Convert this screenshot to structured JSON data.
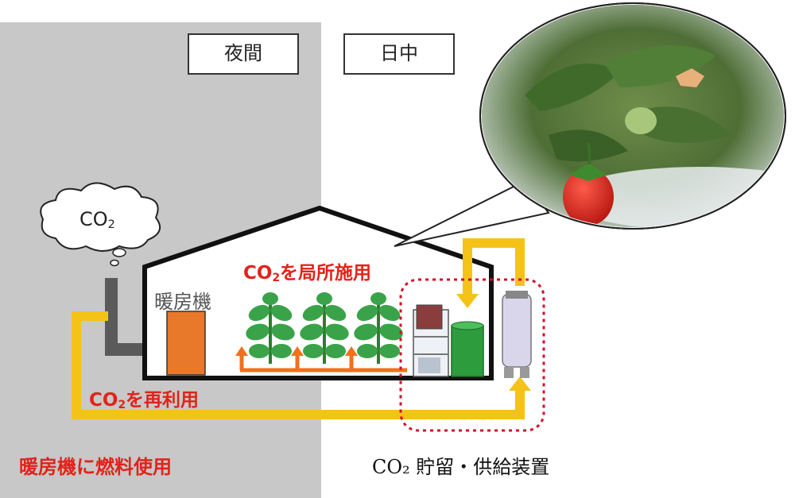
{
  "panels": {
    "night": "夜間",
    "day": "日中"
  },
  "cloud": {
    "co2": "CO",
    "co2_sub": "2"
  },
  "heater": {
    "label": "暖房機"
  },
  "local_apply": {
    "prefix": "CO",
    "sub": "2",
    "suffix": "を局所施用"
  },
  "reuse": {
    "prefix": "CO",
    "sub": "2",
    "suffix": "を再利用"
  },
  "fuel": {
    "label": "暖房機に燃料使用"
  },
  "device": {
    "prefix": "CO",
    "sub": "₂",
    "suffix": " 貯留・供給装置"
  },
  "colors": {
    "night_bg": "#c8c8c8",
    "heater": "#e8782a",
    "arrow_orange": "#f0701e",
    "pipe_yellow": "#f5c218",
    "leaf": "#3aa34a",
    "text_red": "#e2231a",
    "dotted": "#d0102a"
  }
}
